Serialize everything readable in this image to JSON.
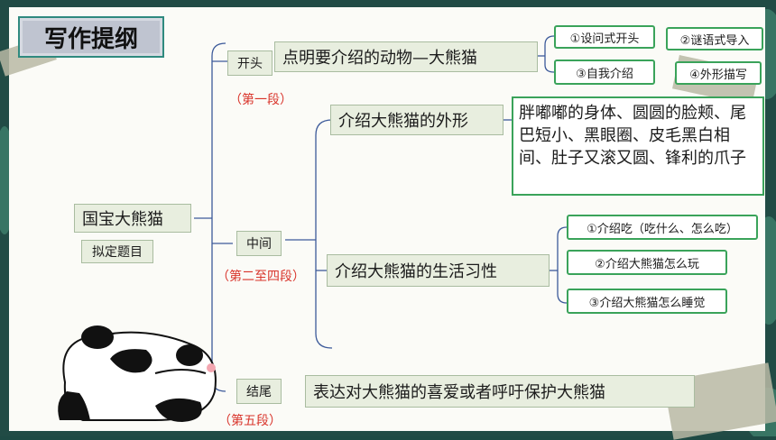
{
  "title": "写作提纲",
  "topic": "国宝大熊猫",
  "topic_note": "拟定题目",
  "sections": {
    "opening": {
      "label": "开头",
      "para": "（第一段）",
      "content": "点明要介绍的动物—大熊猫",
      "methods": [
        "①设问式开头",
        "②谜语式导入",
        "③自我介绍",
        "④外形描写"
      ]
    },
    "middle": {
      "label": "中间",
      "para": "（第二至四段）",
      "appearance": "介绍大熊猫的外形",
      "appearance_detail": "胖嘟嘟的身体、圆圆的脸颊、尾巴短小、黑眼圈、皮毛黑白相间、肚子又滚又圆、锋利的爪子",
      "habits": "介绍大熊猫的生活习性",
      "habit_items": [
        "①介绍吃（吃什么、怎么吃）",
        "②介绍大熊猫怎么玩",
        "③介绍大熊猫怎么睡觉"
      ]
    },
    "ending": {
      "label": "结尾",
      "para": "（第五段）",
      "content": "表达对大熊猫的喜爱或者呼吁保护大熊猫"
    }
  },
  "colors": {
    "accent_green": "#3aa35a",
    "paragraph_red": "#d9342b",
    "bracket_blue": "#3c5a9a"
  }
}
